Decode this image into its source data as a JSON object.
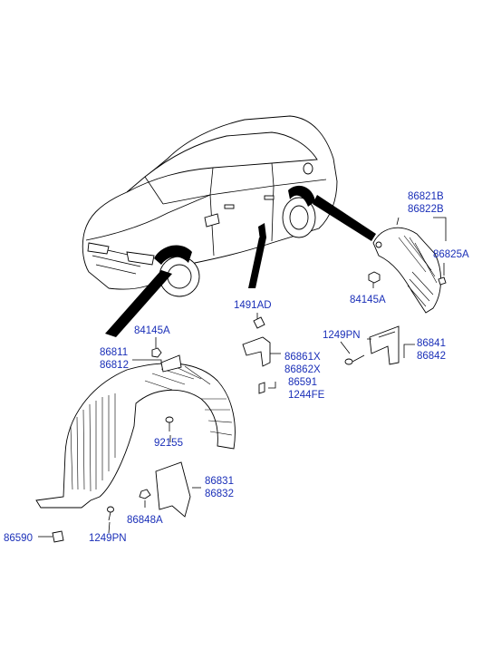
{
  "labels": {
    "p86821B": "86821B",
    "p86822B": "86822B",
    "p86825A": "86825A",
    "p84145A_r": "84145A",
    "p1491AD": "1491AD",
    "p1249PN_r": "1249PN",
    "p86841": "86841",
    "p86842": "86842",
    "p86861X": "86861X",
    "p86862X": "86862X",
    "p86591": "86591",
    "p1244FE": "1244FE",
    "p84145A_l": "84145A",
    "p86811": "86811",
    "p86812": "86812",
    "p92155": "92155",
    "p86831": "86831",
    "p86832": "86832",
    "p86848A": "86848A",
    "p86590": "86590",
    "p1249PN_l": "1249PN"
  },
  "colors": {
    "label": "#1a2fb8",
    "line": "#000000"
  }
}
